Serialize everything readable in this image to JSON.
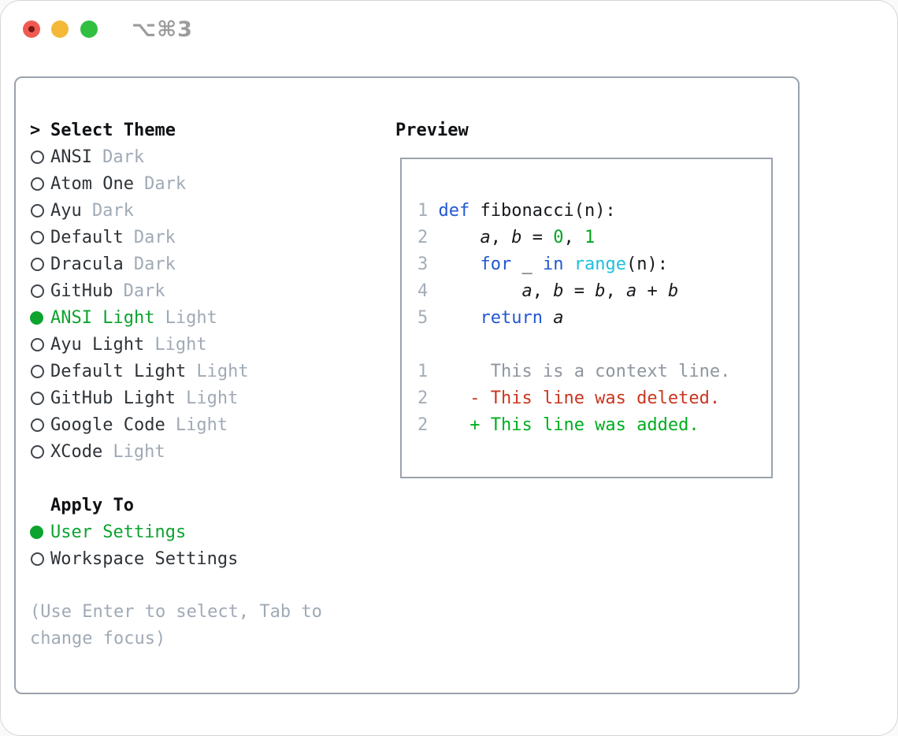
{
  "titlebar": {
    "shortcut": "⌥⌘3"
  },
  "theme_panel": {
    "cursor": ">",
    "title": "Select Theme",
    "themes": [
      {
        "name": "ANSI",
        "tag": "Dark",
        "selected": false
      },
      {
        "name": "Atom One",
        "tag": "Dark",
        "selected": false
      },
      {
        "name": "Ayu",
        "tag": "Dark",
        "selected": false
      },
      {
        "name": "Default",
        "tag": "Dark",
        "selected": false
      },
      {
        "name": "Dracula",
        "tag": "Dark",
        "selected": false
      },
      {
        "name": "GitHub",
        "tag": "Dark",
        "selected": false
      },
      {
        "name": "ANSI Light",
        "tag": "Light",
        "selected": true
      },
      {
        "name": "Ayu Light",
        "tag": "Light",
        "selected": false
      },
      {
        "name": "Default Light",
        "tag": "Light",
        "selected": false
      },
      {
        "name": "GitHub Light",
        "tag": "Light",
        "selected": false
      },
      {
        "name": "Google Code",
        "tag": "Light",
        "selected": false
      },
      {
        "name": "XCode",
        "tag": "Light",
        "selected": false
      }
    ],
    "apply_to": {
      "title": "Apply To",
      "options": [
        {
          "label": "User Settings",
          "selected": true
        },
        {
          "label": "Workspace Settings",
          "selected": false
        }
      ]
    },
    "hint": "(Use Enter to select, Tab to change focus)"
  },
  "preview_panel": {
    "title": "Preview",
    "code_lines": [
      {
        "num": "1",
        "tokens": [
          {
            "c": "kw",
            "t": "def"
          },
          {
            "c": "pl",
            "t": " fibonacci(n):"
          }
        ]
      },
      {
        "num": "2",
        "tokens": [
          {
            "c": "pl",
            "t": "    "
          },
          {
            "c": "var",
            "t": "a"
          },
          {
            "c": "pl",
            "t": ", "
          },
          {
            "c": "var",
            "t": "b"
          },
          {
            "c": "pl",
            "t": " = "
          },
          {
            "c": "num",
            "t": "0"
          },
          {
            "c": "pl",
            "t": ", "
          },
          {
            "c": "num",
            "t": "1"
          }
        ]
      },
      {
        "num": "3",
        "tokens": [
          {
            "c": "pl",
            "t": "    "
          },
          {
            "c": "kw",
            "t": "for"
          },
          {
            "c": "pl",
            "t": " _ "
          },
          {
            "c": "kw",
            "t": "in"
          },
          {
            "c": "pl",
            "t": " "
          },
          {
            "c": "fn",
            "t": "range"
          },
          {
            "c": "pl",
            "t": "(n):"
          }
        ]
      },
      {
        "num": "4",
        "tokens": [
          {
            "c": "pl",
            "t": "        "
          },
          {
            "c": "var",
            "t": "a"
          },
          {
            "c": "pl",
            "t": ", "
          },
          {
            "c": "var",
            "t": "b"
          },
          {
            "c": "pl",
            "t": " = "
          },
          {
            "c": "var",
            "t": "b"
          },
          {
            "c": "pl",
            "t": ", "
          },
          {
            "c": "var",
            "t": "a"
          },
          {
            "c": "pl",
            "t": " + "
          },
          {
            "c": "var",
            "t": "b"
          }
        ]
      },
      {
        "num": "5",
        "tokens": [
          {
            "c": "pl",
            "t": "    "
          },
          {
            "c": "kw",
            "t": "return"
          },
          {
            "c": "pl",
            "t": " "
          },
          {
            "c": "var",
            "t": "a"
          }
        ]
      }
    ],
    "diff_lines": [
      {
        "num": "1",
        "marker": " ",
        "text": "This is a context line.",
        "kind": "context"
      },
      {
        "num": "2",
        "marker": "-",
        "text": "This line was deleted.",
        "kind": "deleted"
      },
      {
        "num": "2",
        "marker": "+",
        "text": "This line was added.",
        "kind": "added"
      }
    ]
  },
  "colors": {
    "border_gray": "#9aa2ac",
    "text_heading": "#0f1114",
    "text_primary": "#2e3338",
    "code_plain": "#17191c",
    "muted": "#a0aab6",
    "line_number": "#a4adb6",
    "context_gray": "#8d969f",
    "keyword_blue": "#2157d2",
    "builtin_cyan": "#1dbfdc",
    "number_green": "#00a621",
    "added_green": "#00ad1f",
    "deleted_red": "#c93620",
    "selection_green": "#0ca32f",
    "traffic_red": "#f05b51",
    "traffic_red_dot": "#7a1613",
    "traffic_yellow": "#f5b93a",
    "traffic_green": "#31bf41",
    "shortcut_gray": "#9c9c9c"
  }
}
